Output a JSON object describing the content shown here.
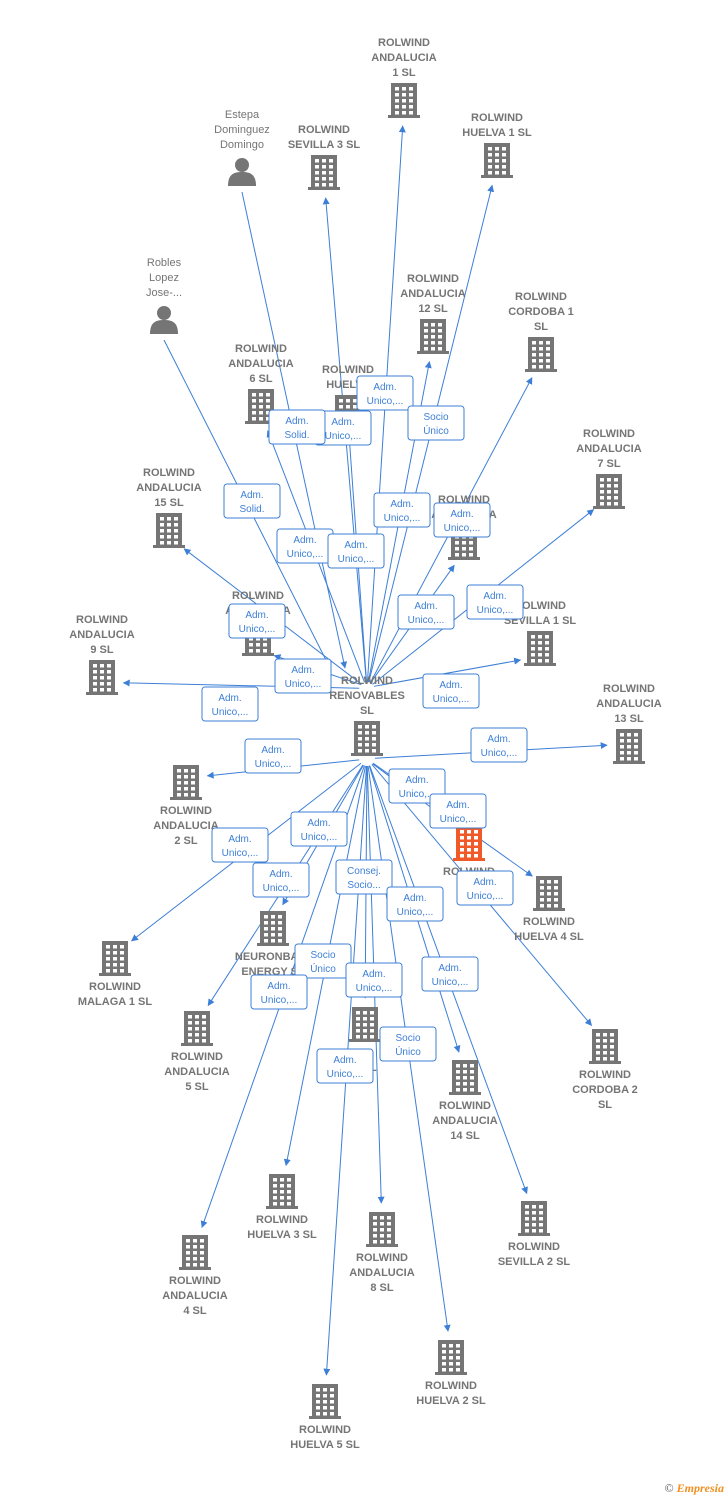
{
  "colors": {
    "building": "#757575",
    "highlight": "#f05a28",
    "edge": "#3d7fd6"
  },
  "footer": {
    "symbol": "©",
    "brand": "Empresia"
  },
  "nodes": [
    {
      "id": "center",
      "type": "building",
      "lines": [
        "ROLWIND",
        "RENOVABLES",
        "SL"
      ]
    },
    {
      "id": "a1",
      "type": "building",
      "lines": [
        "ROLWIND",
        "ANDALUCIA",
        "1  SL"
      ]
    },
    {
      "id": "h1",
      "type": "building",
      "lines": [
        "ROLWIND",
        "HUELVA 1  SL"
      ]
    },
    {
      "id": "s3",
      "type": "building",
      "lines": [
        "ROLWIND",
        "SEVILLA 3  SL"
      ]
    },
    {
      "id": "estepa",
      "type": "person",
      "lines": [
        "Estepa",
        "Dominguez",
        "Domingo"
      ]
    },
    {
      "id": "robles",
      "type": "person",
      "lines": [
        "Robles",
        "Lopez",
        "Jose-..."
      ]
    },
    {
      "id": "a12",
      "type": "building",
      "lines": [
        "ROLWIND",
        "ANDALUCIA",
        "12  SL"
      ]
    },
    {
      "id": "c1",
      "type": "building",
      "lines": [
        "ROLWIND",
        "CORDOBA 1",
        "SL"
      ]
    },
    {
      "id": "a6",
      "type": "building",
      "lines": [
        "ROLWIND",
        "ANDALUCIA",
        "6  SL"
      ]
    },
    {
      "id": "hx",
      "type": "building",
      "lines": [
        "ROLWIND",
        "HUELVA"
      ]
    },
    {
      "id": "a7",
      "type": "building",
      "lines": [
        "ROLWIND",
        "ANDALUCIA",
        "7  SL"
      ]
    },
    {
      "id": "a15",
      "type": "building",
      "lines": [
        "ROLWIND",
        "ANDALUCIA",
        "15  SL"
      ]
    },
    {
      "id": "ax",
      "type": "building",
      "lines": [
        "ROLWIND",
        "ANDALUCIA"
      ]
    },
    {
      "id": "a1x",
      "type": "building",
      "lines": [
        "ROLWIND",
        "ANDALUCIA"
      ]
    },
    {
      "id": "s1",
      "type": "building",
      "lines": [
        "ROLWIND",
        "SEVILLA 1  SL"
      ]
    },
    {
      "id": "a9",
      "type": "building",
      "lines": [
        "ROLWIND",
        "ANDALUCIA",
        "9  SL"
      ]
    },
    {
      "id": "a13",
      "type": "building",
      "lines": [
        "ROLWIND",
        "ANDALUCIA",
        "13  SL"
      ]
    },
    {
      "id": "a2",
      "type": "building",
      "lines": [
        "ROLWIND",
        "ANDALUCIA",
        "2  SL"
      ]
    },
    {
      "id": "hl",
      "type": "building",
      "highlight": true,
      "lines": [
        "ROLWIND",
        "AND",
        "2"
      ]
    },
    {
      "id": "h4",
      "type": "building",
      "lines": [
        "ROLWIND",
        "HUELVA 4  SL"
      ]
    },
    {
      "id": "m1",
      "type": "building",
      "lines": [
        "ROLWIND",
        "MALAGA 1  SL"
      ]
    },
    {
      "id": "neuron",
      "type": "building",
      "lines": [
        "NEURONBATT",
        "ENERGY  SL"
      ]
    },
    {
      "id": "c2",
      "type": "building",
      "lines": [
        "ROLWIND",
        "CORDOBA 2",
        "SL"
      ]
    },
    {
      "id": "a5",
      "type": "building",
      "lines": [
        "ROLWIND",
        "ANDALUCIA",
        "5  SL"
      ]
    },
    {
      "id": "n2",
      "type": "building",
      "lines": [
        "ND",
        "2  SL"
      ]
    },
    {
      "id": "a14",
      "type": "building",
      "lines": [
        "ROLWIND",
        "ANDALUCIA",
        "14  SL"
      ]
    },
    {
      "id": "h3",
      "type": "building",
      "lines": [
        "ROLWIND",
        "HUELVA 3  SL"
      ]
    },
    {
      "id": "s2",
      "type": "building",
      "lines": [
        "ROLWIND",
        "SEVILLA 2  SL"
      ]
    },
    {
      "id": "a8",
      "type": "building",
      "lines": [
        "ROLWIND",
        "ANDALUCIA",
        "8  SL"
      ]
    },
    {
      "id": "a4",
      "type": "building",
      "lines": [
        "ROLWIND",
        "ANDALUCIA",
        "4  SL"
      ]
    },
    {
      "id": "h2",
      "type": "building",
      "lines": [
        "ROLWIND",
        "HUELVA 2  SL"
      ]
    },
    {
      "id": "h5",
      "type": "building",
      "lines": [
        "ROLWIND",
        "HUELVA 5  SL"
      ]
    }
  ],
  "edges": [
    {
      "from": "center",
      "to": "a1",
      "label": [
        "Adm.",
        "Unico,..."
      ]
    },
    {
      "from": "center",
      "to": "h1",
      "label": [
        "Socio",
        "Único"
      ]
    },
    {
      "from": "center",
      "to": "s3",
      "label": [
        "Adm.",
        "Unico,..."
      ]
    },
    {
      "from": "estepa",
      "to": "center",
      "label": [
        "Adm.",
        "Solid."
      ]
    },
    {
      "from": "robles",
      "to": "center",
      "label": [
        "Adm.",
        "Solid."
      ]
    },
    {
      "from": "center",
      "to": "a12",
      "label": [
        "Adm.",
        "Unico,..."
      ]
    },
    {
      "from": "center",
      "to": "c1",
      "label": [
        "Adm.",
        "Unico,..."
      ]
    },
    {
      "from": "center",
      "to": "a6",
      "label": [
        "Adm.",
        "Unico,..."
      ]
    },
    {
      "from": "center",
      "to": "hx",
      "label": [
        "Adm.",
        "Unico,..."
      ]
    },
    {
      "from": "center",
      "to": "a7",
      "label": [
        "Adm.",
        "Unico,..."
      ]
    },
    {
      "from": "center",
      "to": "a15",
      "label": [
        "Adm.",
        "Unico,..."
      ]
    },
    {
      "from": "center",
      "to": "ax",
      "label": [
        "Adm.",
        "Unico,..."
      ]
    },
    {
      "from": "center",
      "to": "a1x",
      "label": [
        "Adm.",
        "Unico,..."
      ]
    },
    {
      "from": "center",
      "to": "s1",
      "label": [
        "Adm.",
        "Unico,..."
      ]
    },
    {
      "from": "center",
      "to": "a9",
      "label": [
        "Adm.",
        "Unico,..."
      ]
    },
    {
      "from": "center",
      "to": "a13",
      "label": [
        "Adm.",
        "Unico,..."
      ]
    },
    {
      "from": "center",
      "to": "a2",
      "label": [
        "Adm.",
        "Unico,..."
      ]
    },
    {
      "from": "center",
      "to": "hl",
      "label": [
        "Adm.",
        "Unico,..."
      ]
    },
    {
      "from": "center",
      "to": "h4",
      "label": [
        "Adm.",
        "Unico,..."
      ]
    },
    {
      "from": "center",
      "to": "m1",
      "label": [
        "Adm.",
        "Unico,..."
      ]
    },
    {
      "from": "center",
      "to": "neuron",
      "label": [
        "Adm.",
        "Unico,..."
      ]
    },
    {
      "from": "center",
      "to": "c2",
      "label": [
        "Adm.",
        "Unico,..."
      ]
    },
    {
      "from": "center",
      "to": "a5",
      "label": [
        "Adm.",
        "Unico,..."
      ]
    },
    {
      "from": "center",
      "to": "n2",
      "label": [
        "Consej.",
        "Socio..."
      ]
    },
    {
      "from": "center",
      "to": "a14",
      "label": [
        "Adm.",
        "Unico,..."
      ]
    },
    {
      "from": "center",
      "to": "h3",
      "label": [
        "Socio",
        "Único"
      ]
    },
    {
      "from": "center",
      "to": "s2",
      "label": [
        "Adm.",
        "Unico,..."
      ]
    },
    {
      "from": "center",
      "to": "a8",
      "label": [
        "Adm.",
        "Unico,..."
      ]
    },
    {
      "from": "center",
      "to": "a4",
      "label": [
        "Adm.",
        "Unico,..."
      ]
    },
    {
      "from": "center",
      "to": "h2",
      "label": [
        "Socio",
        "Único"
      ]
    },
    {
      "from": "center",
      "to": "h5",
      "label": [
        "Adm.",
        "Unico,..."
      ]
    }
  ]
}
